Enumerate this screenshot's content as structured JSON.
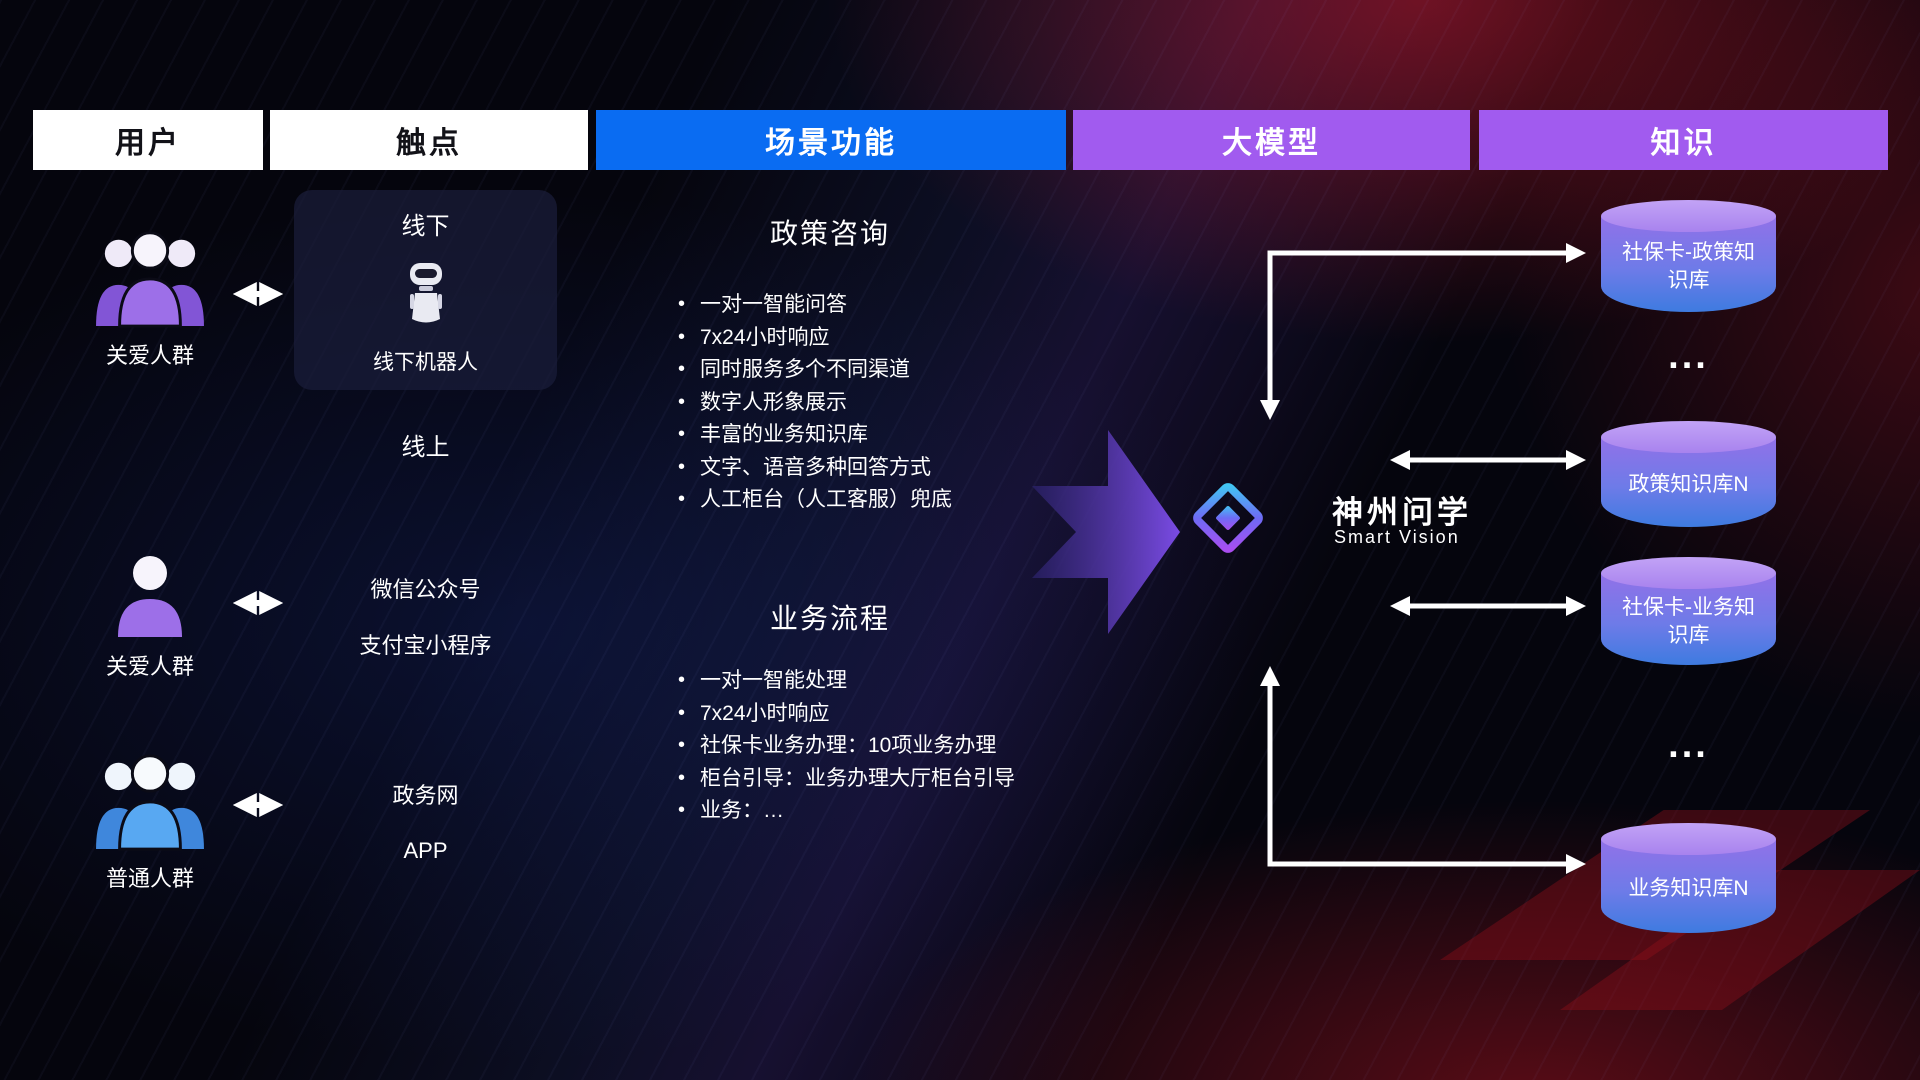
{
  "header": {
    "col_user": "用户",
    "col_touchpoint": "触点",
    "col_scenario": "场景功能",
    "col_model": "大模型",
    "col_knowledge": "知识"
  },
  "users": [
    {
      "label": "关爱人群"
    },
    {
      "label": "关爱人群"
    },
    {
      "label": "普通人群"
    }
  ],
  "touchpoints": {
    "offline_title": "线下",
    "offline_robot": "线下机器人",
    "online_title": "线上",
    "wechat": "微信公众号",
    "alipay": "支付宝小程序",
    "gov": "政务网",
    "app": "APP"
  },
  "scenarios": [
    {
      "title": "政策咨询",
      "items": [
        "一对一智能问答",
        "7x24小时响应",
        "同时服务多个不同渠道",
        "数字人形象展示",
        "丰富的业务知识库",
        "文字、语音多种回答方式",
        "人工柜台（人工客服）兜底"
      ]
    },
    {
      "title": "业务流程",
      "items": [
        "一对一智能处理",
        "7x24小时响应",
        "社保卡业务办理：10项业务办理",
        "柜台引导：业务办理大厅柜台引导",
        "业务：…"
      ]
    }
  ],
  "model": {
    "name": "神州问学",
    "subtitle": "Smart Vision"
  },
  "knowledge": {
    "db1": "社保卡-政策知识库",
    "dots1": "...",
    "db2": "政策知识库N",
    "db3": "社保卡-业务知识库",
    "dots2": "...",
    "db4": "业务知识库N"
  },
  "colors": {
    "header_blue": "#0A6CF2",
    "header_purple": "#A15BEF",
    "cylinder_cap": "#B38FF2",
    "accent_purple": "#7A4BE4"
  }
}
